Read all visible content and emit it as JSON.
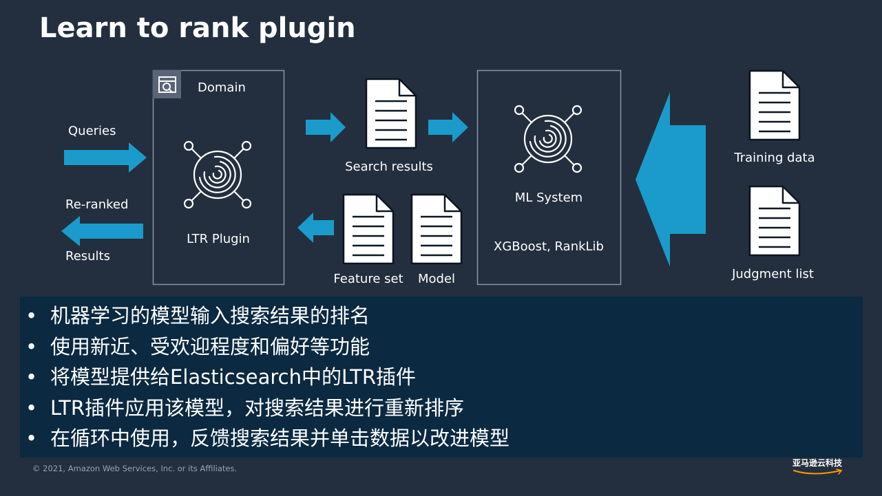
{
  "slide": {
    "title": "Learn to rank plugin"
  },
  "diagram": {
    "domain_label": "Domain",
    "plugin_label": "LTR Plugin",
    "queries_label": "Queries",
    "reranked_label": "Re-ranked",
    "results_label": "Results",
    "search_results_label": "Search results",
    "feature_set_label": "Feature set",
    "model_label": "Model",
    "ml_system_label": "ML System",
    "ml_tools_label": "XGBoost, RankLib",
    "training_data_label": "Training data",
    "judgment_list_label": "Judgment list",
    "colors": {
      "arrow": "#1a9bcb",
      "box_border": "#8a96a3",
      "icon_badge": "#5a6577",
      "background": "#232f3e",
      "bullet_panel": "#0b2940"
    }
  },
  "bullets": [
    "机器学习的模型输入搜索结果的排名",
    "使用新近、受欢迎程度和偏好等功能",
    "将模型提供给Elasticsearch中的LTR插件",
    "LTR插件应用该模型，对搜索结果进行重新排序",
    "在循环中使用，反馈搜索结果并单击数据以改进模型"
  ],
  "footer": {
    "copyright": "© 2021, Amazon Web Services, Inc. or its Affiliates.",
    "brand": "亚马逊云科技"
  }
}
